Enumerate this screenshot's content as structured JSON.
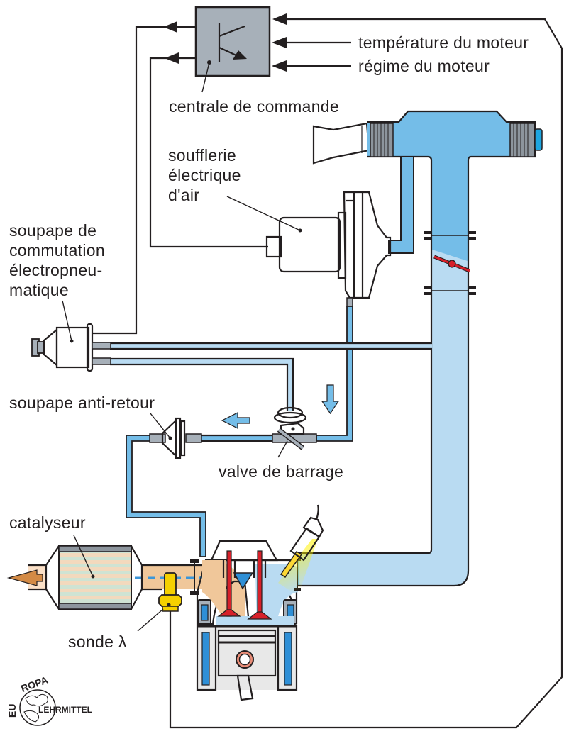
{
  "diagram": {
    "type": "secondary air injection system schematic",
    "colors": {
      "fresh_air": "#74bde8",
      "light_air": "#b9dbf2",
      "exhaust": "#f0c79a",
      "component_gray": "#a7b0b9",
      "valve_red": "#d7202a",
      "injector_yellow": "#fdd835",
      "piston": "#e98d78",
      "lambda_probe": "#f5d000",
      "outline": "#231f20"
    },
    "inputs": {
      "engine_temperature": "température du moteur",
      "engine_speed": "régime du moteur"
    },
    "labels": {
      "control_unit": "centrale de commande",
      "air_pump_line1": "soufflerie",
      "air_pump_line2": "électrique",
      "air_pump_line3": "d'air",
      "switch_valve_line1": "soupape de",
      "switch_valve_line2": "commutation",
      "switch_valve_line3": "électropneu-",
      "switch_valve_line4": "matique",
      "check_valve": "soupape anti-retour",
      "shutoff_valve": "valve de barrage",
      "catalyst": "catalyseur",
      "lambda_probe": "sonde λ"
    },
    "logo": {
      "top": "EUROPA",
      "bottom": "LEHRMITTEL"
    }
  }
}
